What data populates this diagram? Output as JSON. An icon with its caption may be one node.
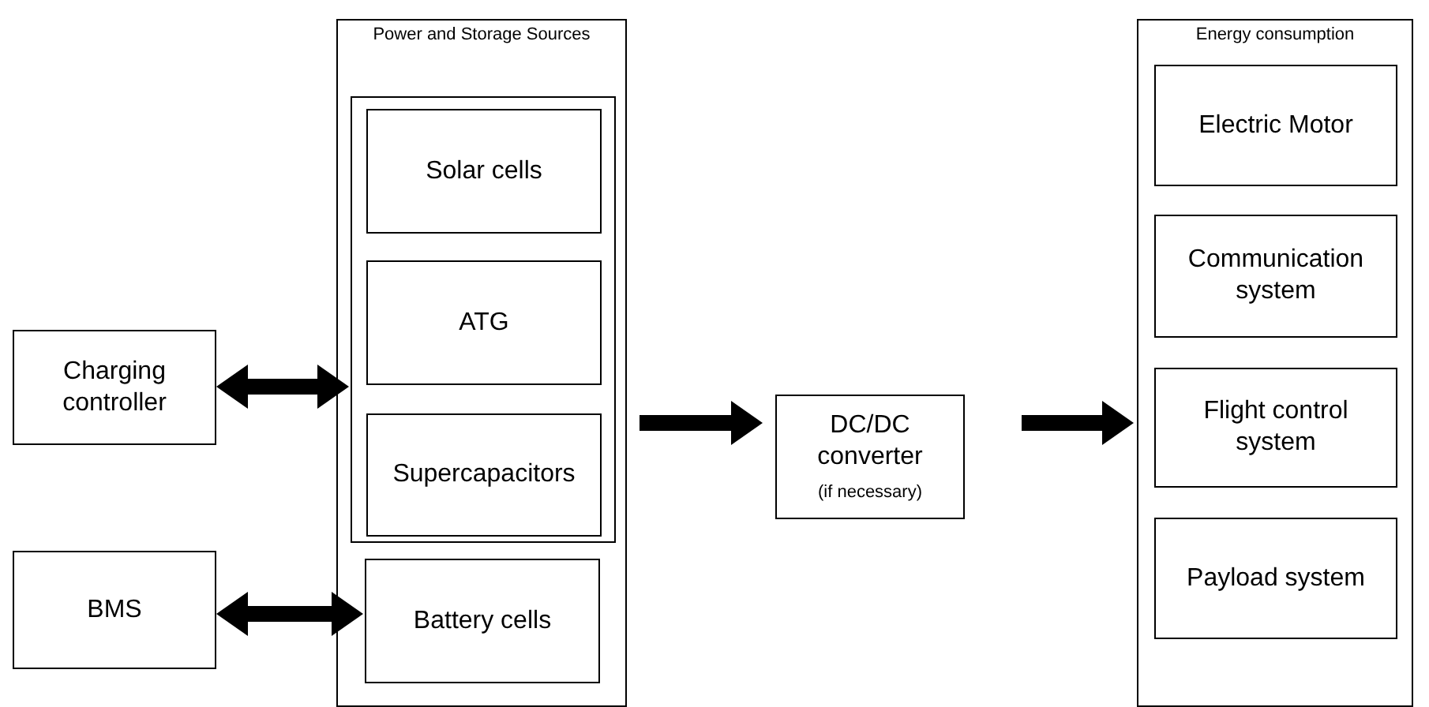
{
  "diagram": {
    "nodes": [
      {
        "text": [
          "Charging controller"
        ]
      },
      {
        "text": [
          "BMS"
        ]
      },
      {
        "text": [
          "Power and Storage Sources"
        ]
      },
      {
        "text": [],
        "shape": "box",
        "in": 2
      },
      {
        "text": [
          "Solar cells"
        ],
        "in": 3
      },
      {
        "text": [
          "ATG"
        ],
        "in": 3
      },
      {
        "text": [
          "Supercapacitors"
        ],
        "in": 3
      },
      {
        "text": [
          "Battery cells"
        ],
        "in": 2
      },
      {
        "text": [
          "DC/DC converter",
          "(if necessary)"
        ]
      },
      {
        "text": [
          "Energy consumption"
        ]
      },
      {
        "text": [
          "Electric Motor"
        ],
        "in": 9
      },
      {
        "text": [
          "Communication system"
        ],
        "in": 9
      },
      {
        "text": [
          "Flight control system"
        ],
        "in": 9
      },
      {
        "text": [
          "Payload system"
        ],
        "in": 9
      }
    ],
    "edges": [
      {
        "from": 0,
        "to": 3,
        "arrow": "both"
      },
      {
        "from": 1,
        "to": 7,
        "arrow": "both"
      },
      {
        "from": 2,
        "to": 8,
        "arrow": "to"
      },
      {
        "from": 8,
        "to": 9,
        "arrow": "to"
      }
    ]
  }
}
